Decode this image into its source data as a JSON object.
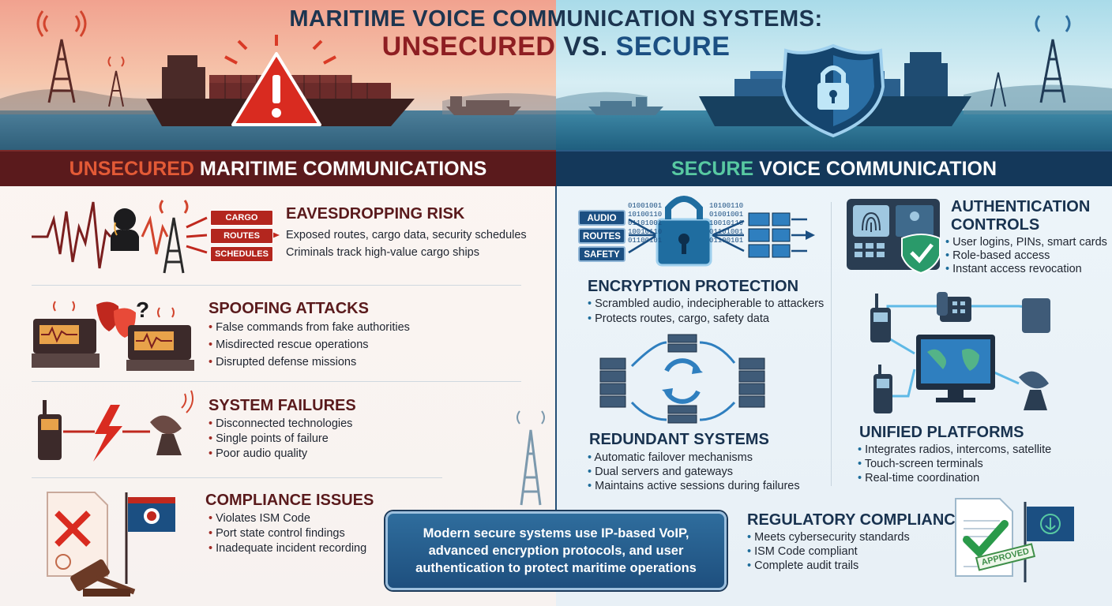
{
  "header": {
    "title_line1": "MARITIME VOICE COMMUNICATION SYSTEMS:",
    "title_line2_a": "UNSECURED",
    "title_line2_b": " VS. ",
    "title_line2_c": "SECURE"
  },
  "left": {
    "band_highlight": "UNSECURED",
    "band_rest": " MARITIME COMMUNICATIONS",
    "eavesdropping": {
      "title": "EAVESDROPPING RISK",
      "tags": [
        "CARGO",
        "ROUTES",
        "SCHEDULES"
      ],
      "lines": [
        "Exposed routes, cargo data, security schedules",
        "Criminals track high-value cargo ships"
      ]
    },
    "spoofing": {
      "title": "SPOOFING ATTACKS",
      "bullets": [
        "False commands from fake authorities",
        "Misdirected rescue operations",
        "Disrupted defense missions"
      ]
    },
    "failures": {
      "title": "SYSTEM FAILURES",
      "bullets": [
        "Disconnected technologies",
        "Single points of failure",
        "Poor audio quality"
      ]
    },
    "compliance": {
      "title": "COMPLIANCE ISSUES",
      "bullets": [
        "Violates ISM Code",
        "Port state control findings",
        "Inadequate incident recording"
      ]
    }
  },
  "right": {
    "band_highlight": "SECURE",
    "band_rest": " VOICE COMMUNICATION",
    "encryption": {
      "title": "ENCRYPTION PROTECTION",
      "tags": [
        "AUDIO",
        "ROUTES",
        "SAFETY"
      ],
      "binary": [
        "01001001",
        "10100110",
        "01101001",
        "10010110",
        "01100101"
      ],
      "bullets": [
        "Scrambled audio, indecipherable to attackers",
        "Protects routes, cargo, safety data"
      ]
    },
    "authentication": {
      "title_line1": "AUTHENTICATION",
      "title_line2": "CONTROLS",
      "bullets": [
        "User logins, PINs, smart cards",
        "Role-based access",
        "Instant access revocation"
      ]
    },
    "redundant": {
      "title": "REDUNDANT SYSTEMS",
      "bullets": [
        "Automatic failover mechanisms",
        "Dual servers and gateways",
        "Maintains active sessions during failures"
      ]
    },
    "unified": {
      "title": "UNIFIED PLATFORMS",
      "bullets": [
        "Integrates radios, intercoms, satellite",
        "Touch-screen terminals",
        "Real-time coordination"
      ]
    },
    "regulatory": {
      "title": "REGULATORY COMPLIANCE",
      "bullets": [
        "Meets cybersecurity standards",
        "ISM Code compliant",
        "Complete audit trails"
      ],
      "stamp": "APPROVED"
    }
  },
  "callout": {
    "text": "Modern secure systems use IP-based VoIP, advanced encryption protocols, and user authentication to protect maritime operations"
  },
  "colors": {
    "unsecured_red": "#8e1e22",
    "secure_blue": "#1b4f82",
    "secure_green": "#58c9a2",
    "left_band": "#5a1a1c",
    "right_band": "#14385a"
  },
  "icons": [
    "radio-tower-icon",
    "warning-triangle-icon",
    "shield-lock-icon",
    "cargo-ship-icon",
    "soundwave-icon",
    "head-silhouette-icon",
    "radio-console-icon",
    "mask-icon",
    "walkie-talkie-icon",
    "lightning-icon",
    "satellite-dish-icon",
    "document-x-icon",
    "gavel-icon",
    "flag-icon",
    "padlock-icon",
    "server-icon",
    "refresh-cycle-icon",
    "fingerprint-scanner-icon",
    "monitor-map-icon",
    "desk-phone-icon",
    "checklist-approved-icon"
  ]
}
